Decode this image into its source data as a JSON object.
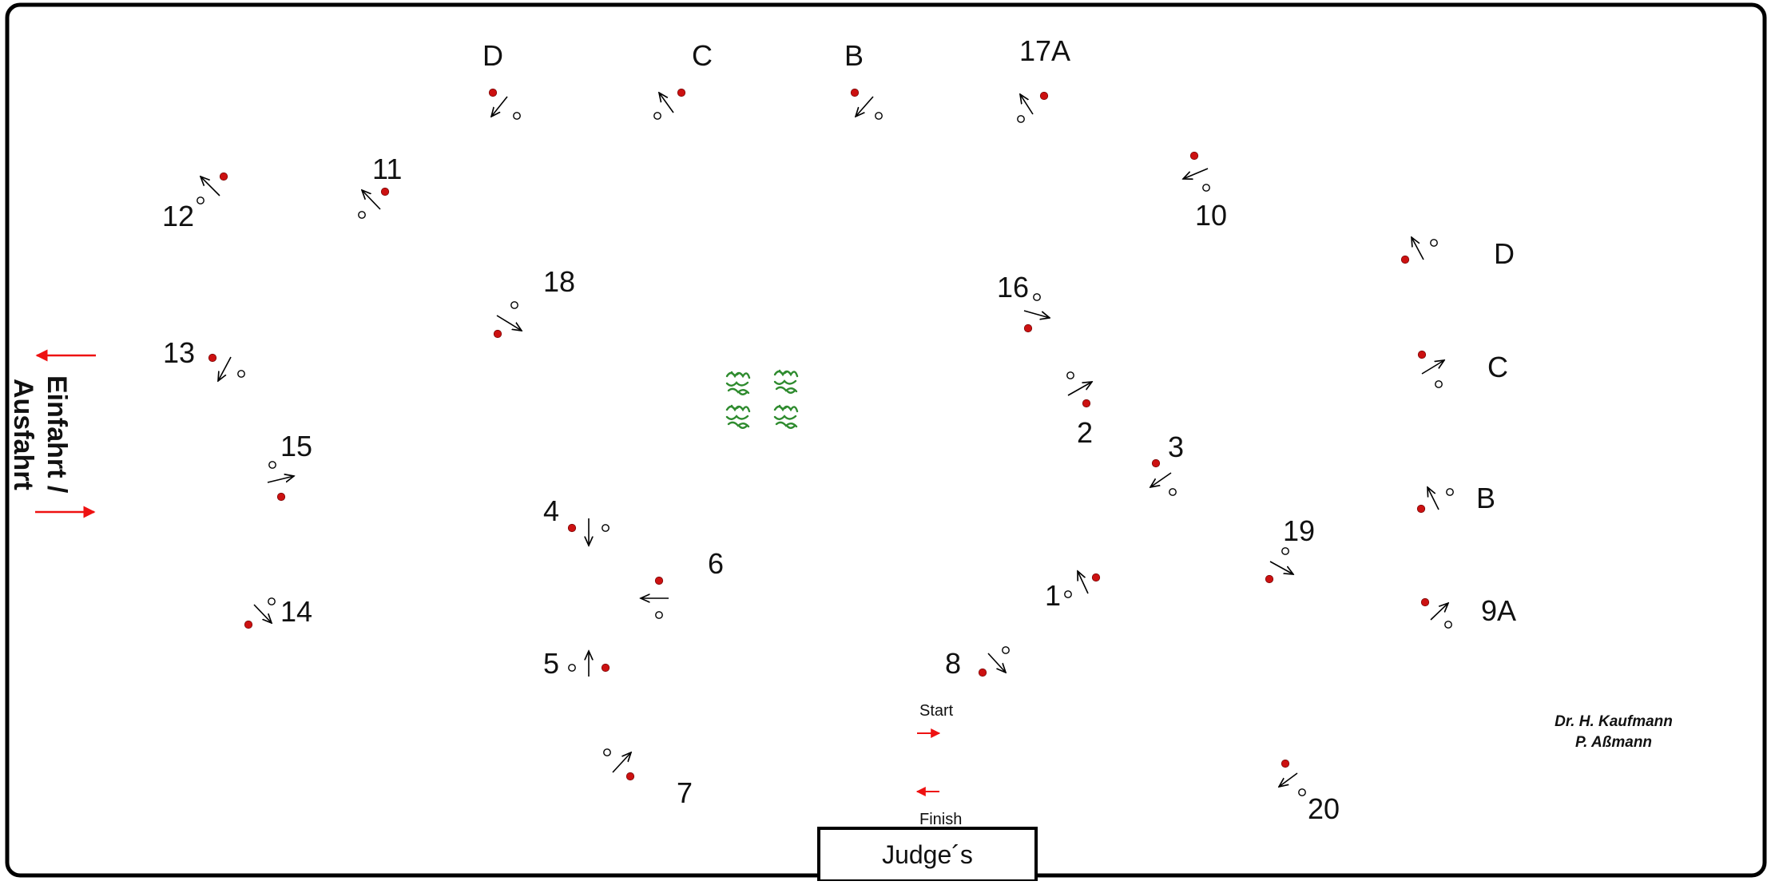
{
  "obstacles": [
    {
      "label": "D",
      "id": "top-D"
    },
    {
      "label": "C",
      "id": "top-C"
    },
    {
      "label": "B",
      "id": "top-B"
    },
    {
      "label": "17A",
      "id": "17A"
    },
    {
      "label": "10",
      "id": "10"
    },
    {
      "label": "12",
      "id": "12"
    },
    {
      "label": "11",
      "id": "11"
    },
    {
      "label": "18",
      "id": "18"
    },
    {
      "label": "16",
      "id": "16"
    },
    {
      "label": "13",
      "id": "13"
    },
    {
      "label": "2",
      "id": "2"
    },
    {
      "label": "15",
      "id": "15"
    },
    {
      "label": "3",
      "id": "3"
    },
    {
      "label": "4",
      "id": "4"
    },
    {
      "label": "19",
      "id": "19"
    },
    {
      "label": "6",
      "id": "6"
    },
    {
      "label": "1",
      "id": "1"
    },
    {
      "label": "14",
      "id": "14"
    },
    {
      "label": "5",
      "id": "5"
    },
    {
      "label": "8",
      "id": "8"
    },
    {
      "label": "7",
      "id": "7"
    },
    {
      "label": "20",
      "id": "20"
    },
    {
      "label": "D",
      "id": "right-D"
    },
    {
      "label": "C",
      "id": "right-C"
    },
    {
      "label": "B",
      "id": "right-B"
    },
    {
      "label": "9A",
      "id": "9A"
    }
  ],
  "entry_exit": {
    "line1": "Einfahrt /",
    "line2": "Ausfahrt"
  },
  "start_label": "Start",
  "finish_label": "Finish",
  "judge_label": "Judge´s",
  "authors": {
    "line1": "Dr. H. Kaufmann",
    "line2": "P. Aßmann"
  },
  "colors": {
    "marker_red": "#cc1111",
    "arrow_red": "#ee1111",
    "plants": "#2e8b2e",
    "border": "#000000"
  },
  "icons": {
    "plants": "plant-cluster-icon",
    "red_marker": "red-cone-icon",
    "white_marker": "white-cone-icon"
  }
}
